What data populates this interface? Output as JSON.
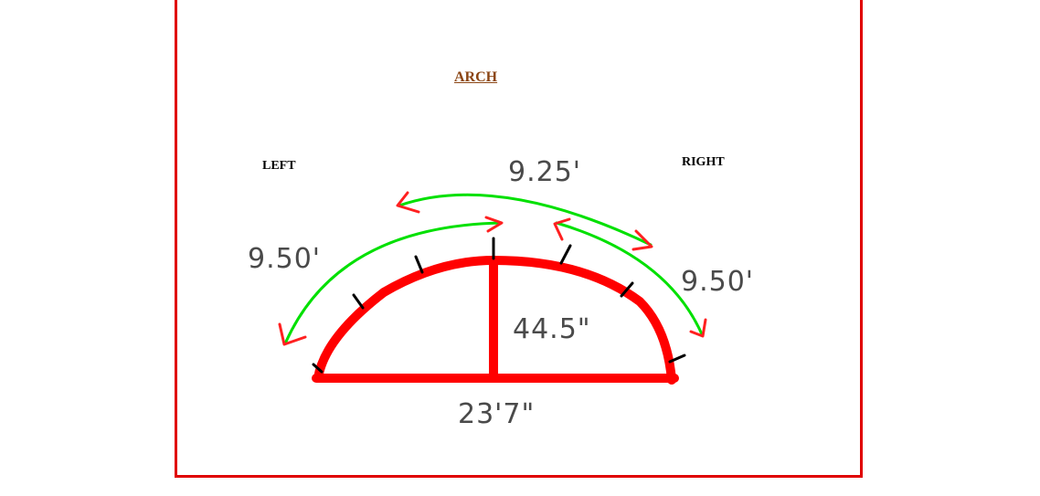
{
  "title": "ARCH",
  "labels": {
    "left": "LEFT",
    "right": "RIGHT"
  },
  "dimensions": {
    "top_arc": "9.25'",
    "left_arc": "9.50'",
    "right_arc": "9.50'",
    "height": "44.5\"",
    "span": "23'7\""
  },
  "colors": {
    "frame": "#e00000",
    "arch": "#ff0000",
    "arc_arrows": "#00e000",
    "title": "#8b4513",
    "ticks": "#000000"
  }
}
